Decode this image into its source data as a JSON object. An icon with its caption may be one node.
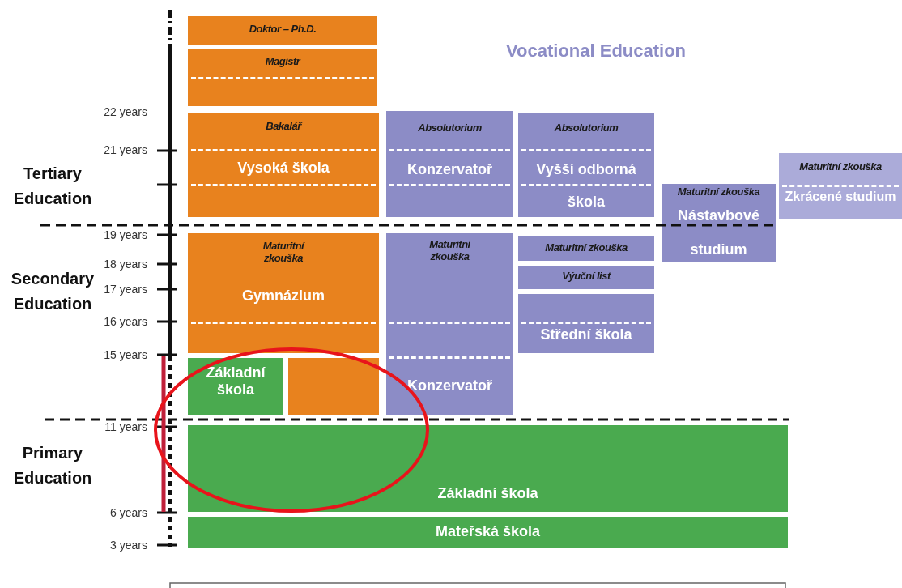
{
  "diagram": {
    "nodes": [
      {
        "text": [
          "Doktor – Ph.D."
        ]
      },
      {
        "text": [
          "Magistr"
        ]
      },
      {
        "text": [
          "Bakalář",
          "Vysoká škola"
        ]
      },
      {
        "text": [
          "Absolutorium",
          "Konzervatoř"
        ]
      },
      {
        "text": [
          "Absolutorium",
          "Vyšší odborná škola"
        ]
      },
      {
        "text": [
          "Maturitní zkouška",
          "Nástavbové studium"
        ]
      },
      {
        "text": [
          "Maturitní zkouška",
          "Zkrácené studium"
        ]
      },
      {
        "text": [
          "Maturitní zkouška",
          "Gymnázium"
        ]
      },
      {
        "text": [
          "Maturitní zkouška",
          "Konzervatoř"
        ]
      },
      {
        "text": [
          "Maturitní zkouška"
        ]
      },
      {
        "text": [
          "Výuční list"
        ]
      },
      {
        "text": [
          "Střední škola"
        ]
      },
      {
        "text": [
          "Základní škola"
        ]
      },
      {
        "text": [],
        "shape": "box"
      },
      {
        "text": [
          "Základní škola"
        ]
      },
      {
        "text": [
          "Mateřská škola"
        ]
      }
    ],
    "labels": [
      "Vocational Education",
      "22 years",
      "21 years",
      "Tertiary Education",
      "19 years",
      "18 years",
      "Secondary Education",
      "17 years",
      "16 years",
      "15 years",
      "11 years",
      "Primary Education",
      "6 years",
      "3 years"
    ]
  }
}
